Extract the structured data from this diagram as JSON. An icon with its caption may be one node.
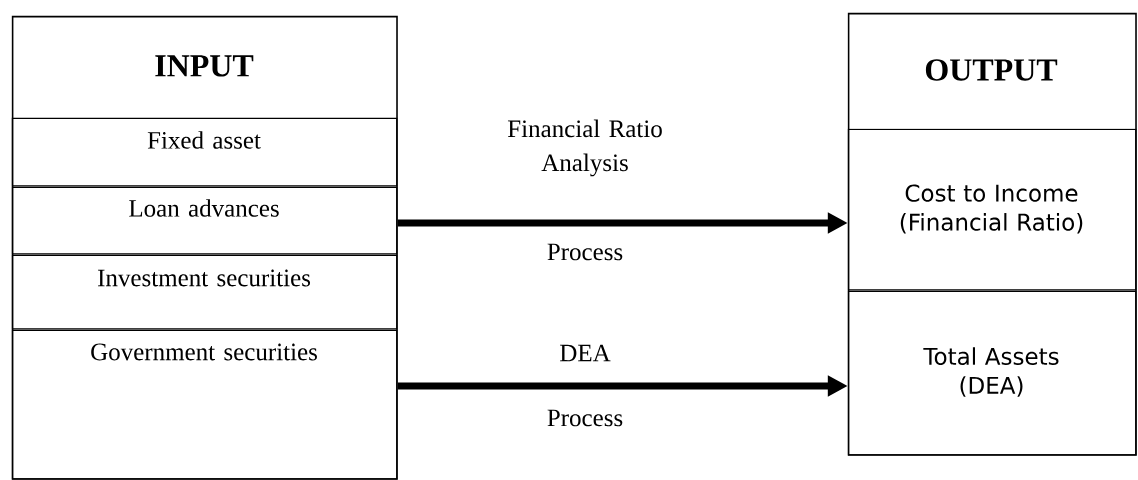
{
  "diagram": {
    "nodes": [
      {
        "text": [
          "INPUT"
        ]
      },
      {
        "text": [
          "Fixed asset"
        ],
        "in": 0
      },
      {
        "text": [
          "Loan advances"
        ],
        "in": 0
      },
      {
        "text": [
          "Investment securities"
        ],
        "in": 0
      },
      {
        "text": [
          "Government securities"
        ],
        "in": 0
      },
      {
        "text": [
          "OUTPUT"
        ]
      },
      {
        "text": [
          "Cost to Income (Financial Ratio)"
        ],
        "in": 5
      },
      {
        "text": [
          "Total Assets (DEA)"
        ],
        "in": 5
      }
    ],
    "edges": [
      {
        "from": 0,
        "to": 6,
        "arrow": "to",
        "label": "Financial Ratio Analysis"
      },
      {
        "from": 0,
        "to": 7,
        "arrow": "to",
        "label": "DEA"
      }
    ],
    "labels": [
      "Process",
      "Process"
    ]
  }
}
